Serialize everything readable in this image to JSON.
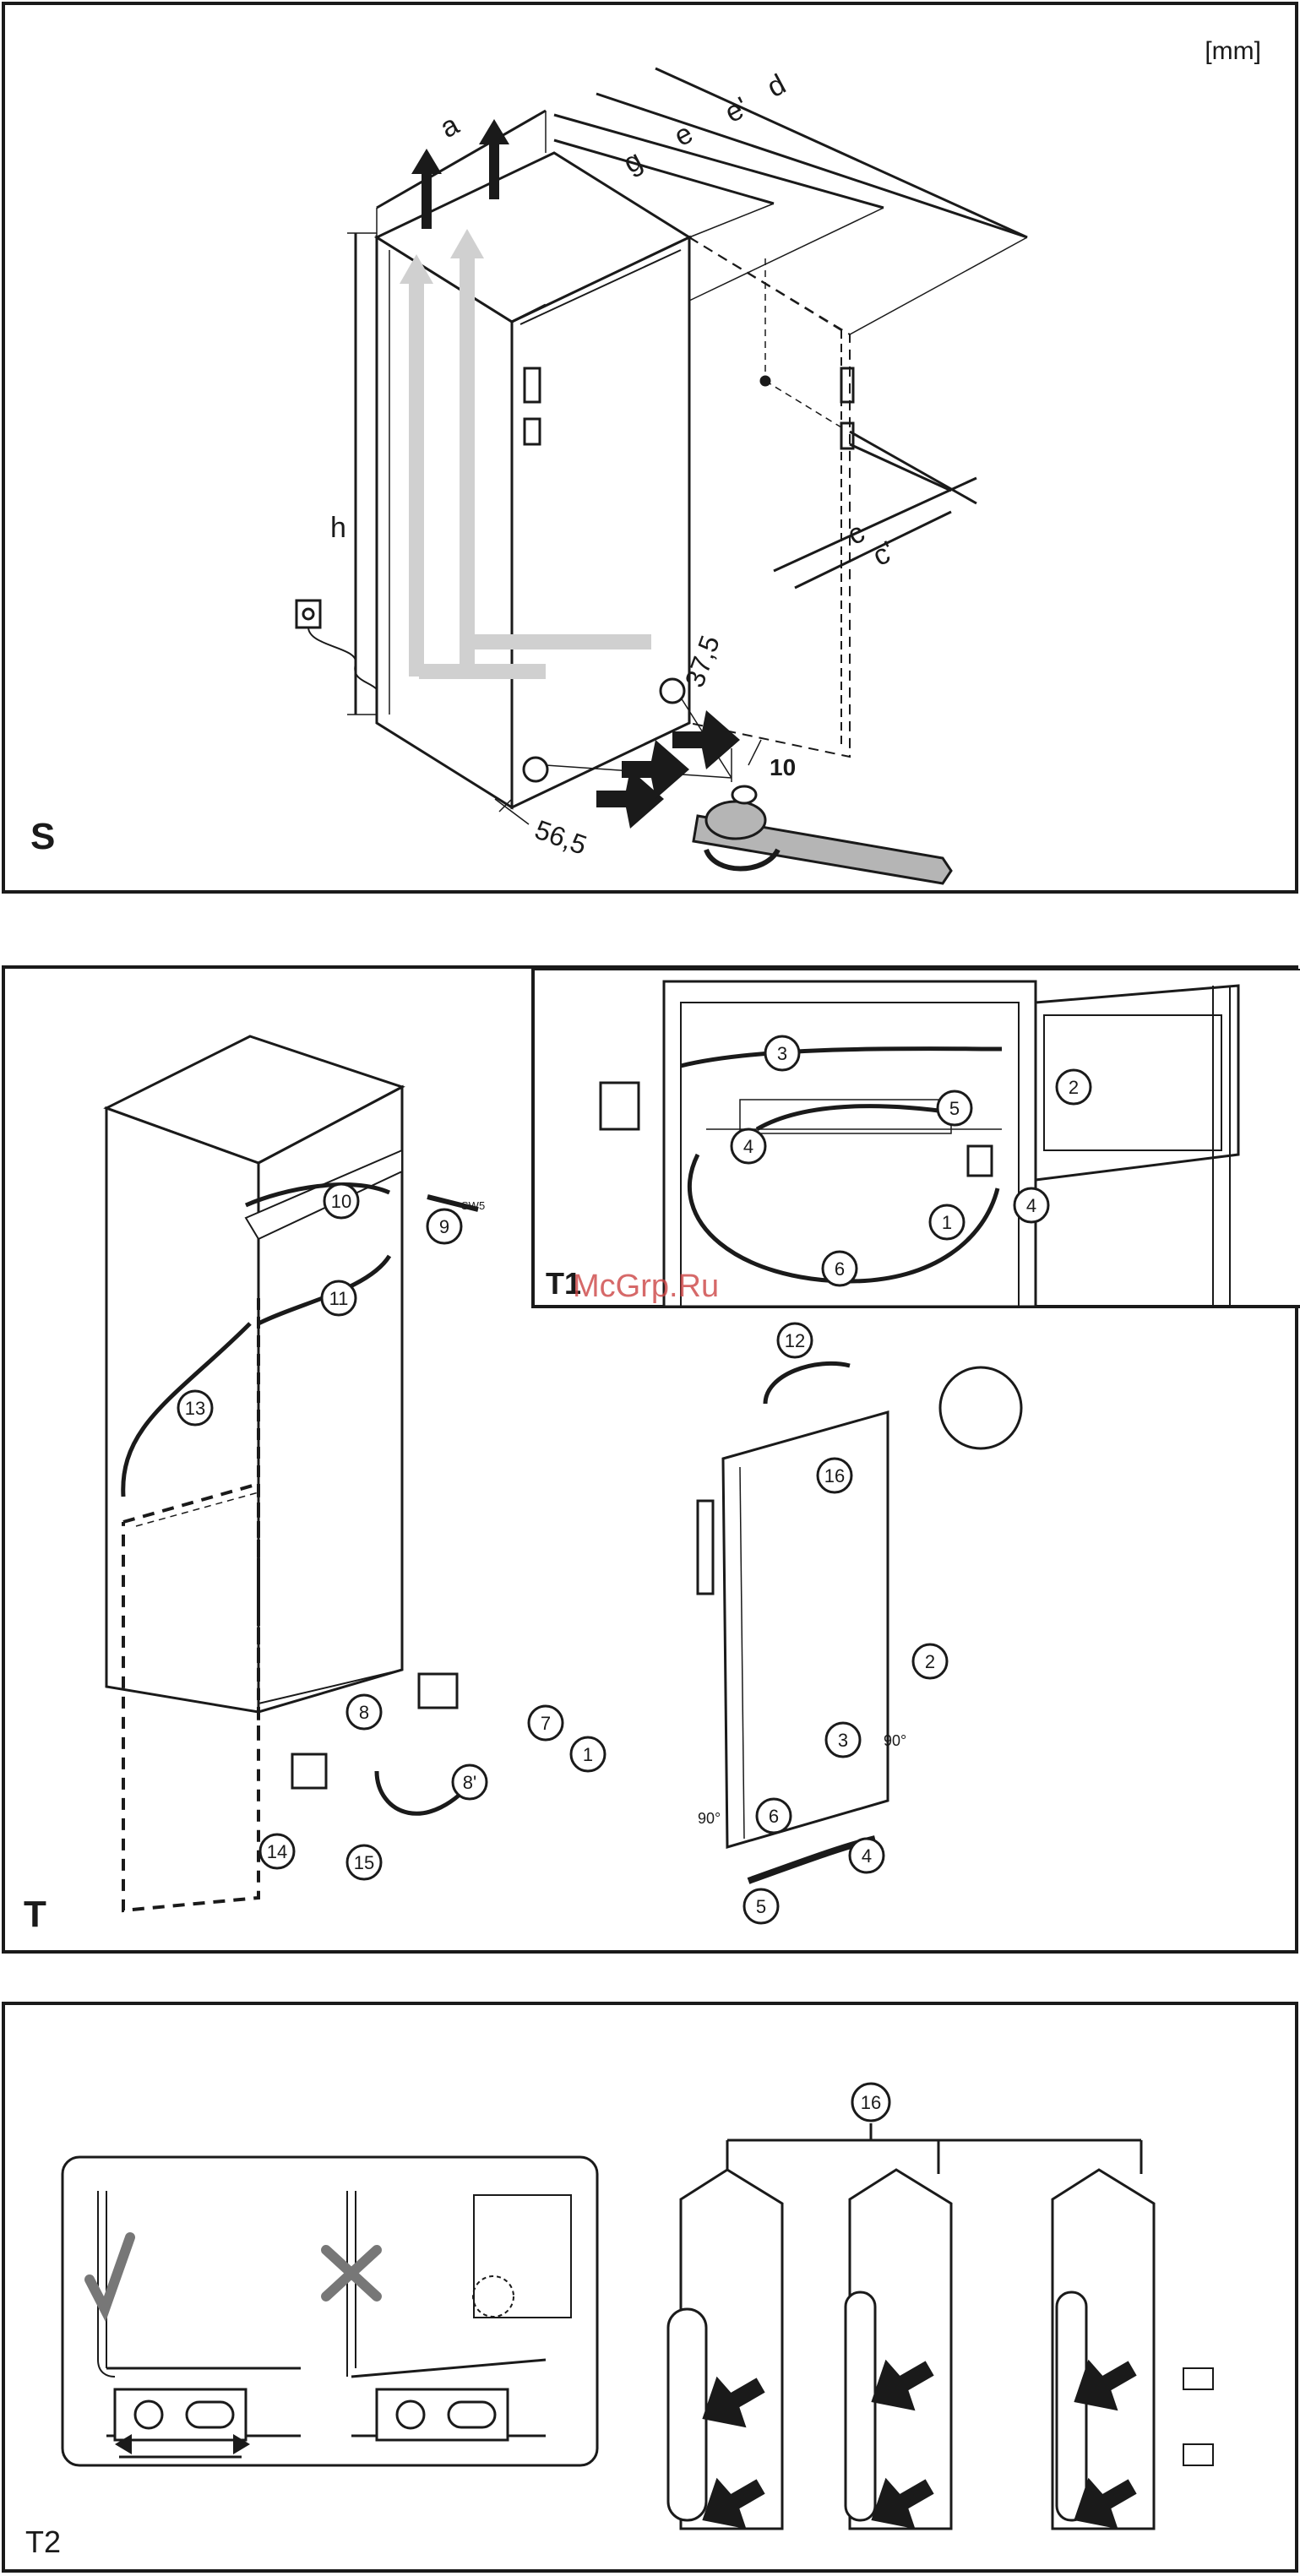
{
  "panels": {
    "s": {
      "letter": "S",
      "unit": "[mm]",
      "dims": {
        "a": "a",
        "e_prime": "e'",
        "d": "d",
        "e": "e",
        "g": "g",
        "h": "h",
        "c": "c",
        "c_prime": "c'",
        "d375": "37,5",
        "d565": "56,5"
      },
      "tool_number": "10"
    },
    "t": {
      "letter": "T",
      "steps": {
        "s1": "1",
        "s2": "2",
        "s3": "3",
        "s4": "4",
        "s5": "5",
        "s6": "6",
        "s7": "7",
        "s8": "8",
        "s8p": "8'",
        "s9": "9",
        "s10": "10",
        "s11": "11",
        "s12": "12",
        "s13": "13",
        "s14": "14",
        "s15": "15",
        "s16": "16"
      },
      "angle_a": "90°",
      "angle_b": "90°",
      "tool_label": "SW5"
    },
    "t1": {
      "letter": "T1",
      "steps": {
        "s1": "1",
        "s2": "2",
        "s3": "3",
        "s4a": "4",
        "s4b": "4",
        "s5": "5",
        "s6": "6"
      }
    },
    "t2": {
      "letter": "T2",
      "step": "16"
    }
  },
  "watermark": "McGrp.Ru",
  "colors": {
    "line": "#1a1a1a",
    "arrow_light": "#d0d0d0",
    "tool": "#b5b5b5"
  },
  "icons": [
    "up-arrow-icon",
    "power-outlet-icon",
    "wrench-icon",
    "check-mark-icon",
    "cross-mark-icon",
    "screw-icon",
    "hinge-icon",
    "handle-icon"
  ]
}
